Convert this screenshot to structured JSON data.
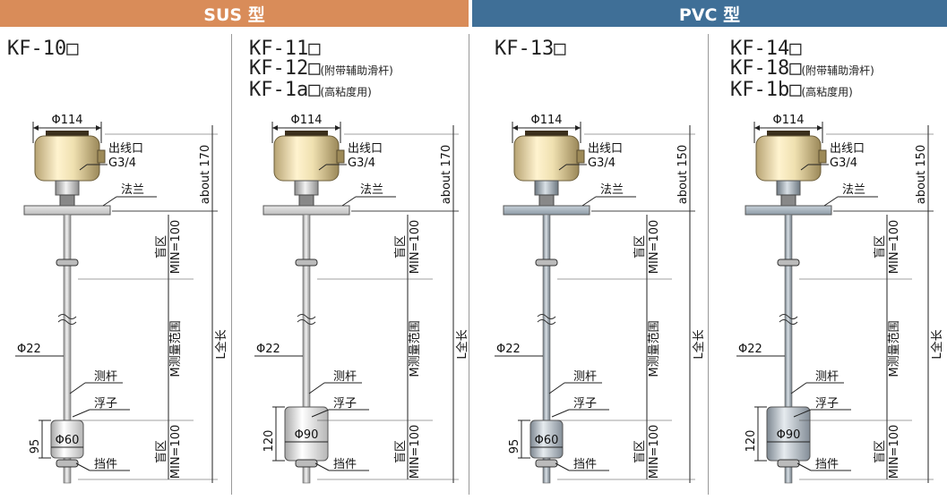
{
  "header": {
    "sus": "SUS 型",
    "pvc": "PVC 型",
    "sus_color": "#d98c59",
    "pvc_color": "#3f6f97"
  },
  "models": [
    {
      "lines": [
        {
          "code": "KF-10□",
          "note": ""
        }
      ]
    },
    {
      "lines": [
        {
          "code": "KF-11□",
          "note": ""
        },
        {
          "code": "KF-12□",
          "note": "(附带辅助滑杆)"
        },
        {
          "code": "KF-1a□",
          "note": "(高粘度用)"
        }
      ]
    },
    {
      "lines": [
        {
          "code": "KF-13□",
          "note": ""
        }
      ]
    },
    {
      "lines": [
        {
          "code": "KF-14□",
          "note": ""
        },
        {
          "code": "KF-18□",
          "note": "(附带辅助滑杆)"
        },
        {
          "code": "KF-1b□",
          "note": "(高粘度用)"
        }
      ]
    }
  ],
  "diagrams": [
    {
      "head_dia": "Φ114",
      "outlet": "出线口",
      "thread": "G3/4",
      "flange": "法兰",
      "height": "about 170",
      "blind": "盲区",
      "min": "MIN=100",
      "range": "M测量范围",
      "length": "L全长",
      "rod_dia": "Φ22",
      "rod": "测杆",
      "float": "浮子",
      "float_h": "95",
      "float_dia": "Φ60",
      "stopper": "挡件",
      "material": "sus",
      "float_size": "small"
    },
    {
      "head_dia": "Φ114",
      "outlet": "出线口",
      "thread": "G3/4",
      "flange": "法兰",
      "height": "about 170",
      "blind": "盲区",
      "min": "MIN=100",
      "range": "M测量范围",
      "length": "L全长",
      "rod_dia": "Φ22",
      "rod": "测杆",
      "float": "浮子",
      "float_h": "120",
      "float_dia": "Φ90",
      "stopper": "挡件",
      "material": "sus",
      "float_size": "large"
    },
    {
      "head_dia": "Φ114",
      "outlet": "出线口",
      "thread": "G3/4",
      "flange": "法兰",
      "height": "about 150",
      "blind": "盲区",
      "min": "MIN=100",
      "range": "M测量范围",
      "length": "L全长",
      "rod_dia": "Φ22",
      "rod": "测杆",
      "float": "浮子",
      "float_h": "95",
      "float_dia": "Φ60",
      "stopper": "挡件",
      "material": "pvc",
      "float_size": "small"
    },
    {
      "head_dia": "Φ114",
      "outlet": "出线口",
      "thread": "G3/4",
      "flange": "法兰",
      "height": "about 150",
      "blind": "盲区",
      "min": "MIN=100",
      "range": "M测量范围",
      "length": "L全长",
      "rod_dia": "Φ22",
      "rod": "测杆",
      "float": "浮子",
      "float_h": "120",
      "float_dia": "Φ90",
      "stopper": "挡件",
      "material": "pvc",
      "float_size": "large"
    }
  ]
}
